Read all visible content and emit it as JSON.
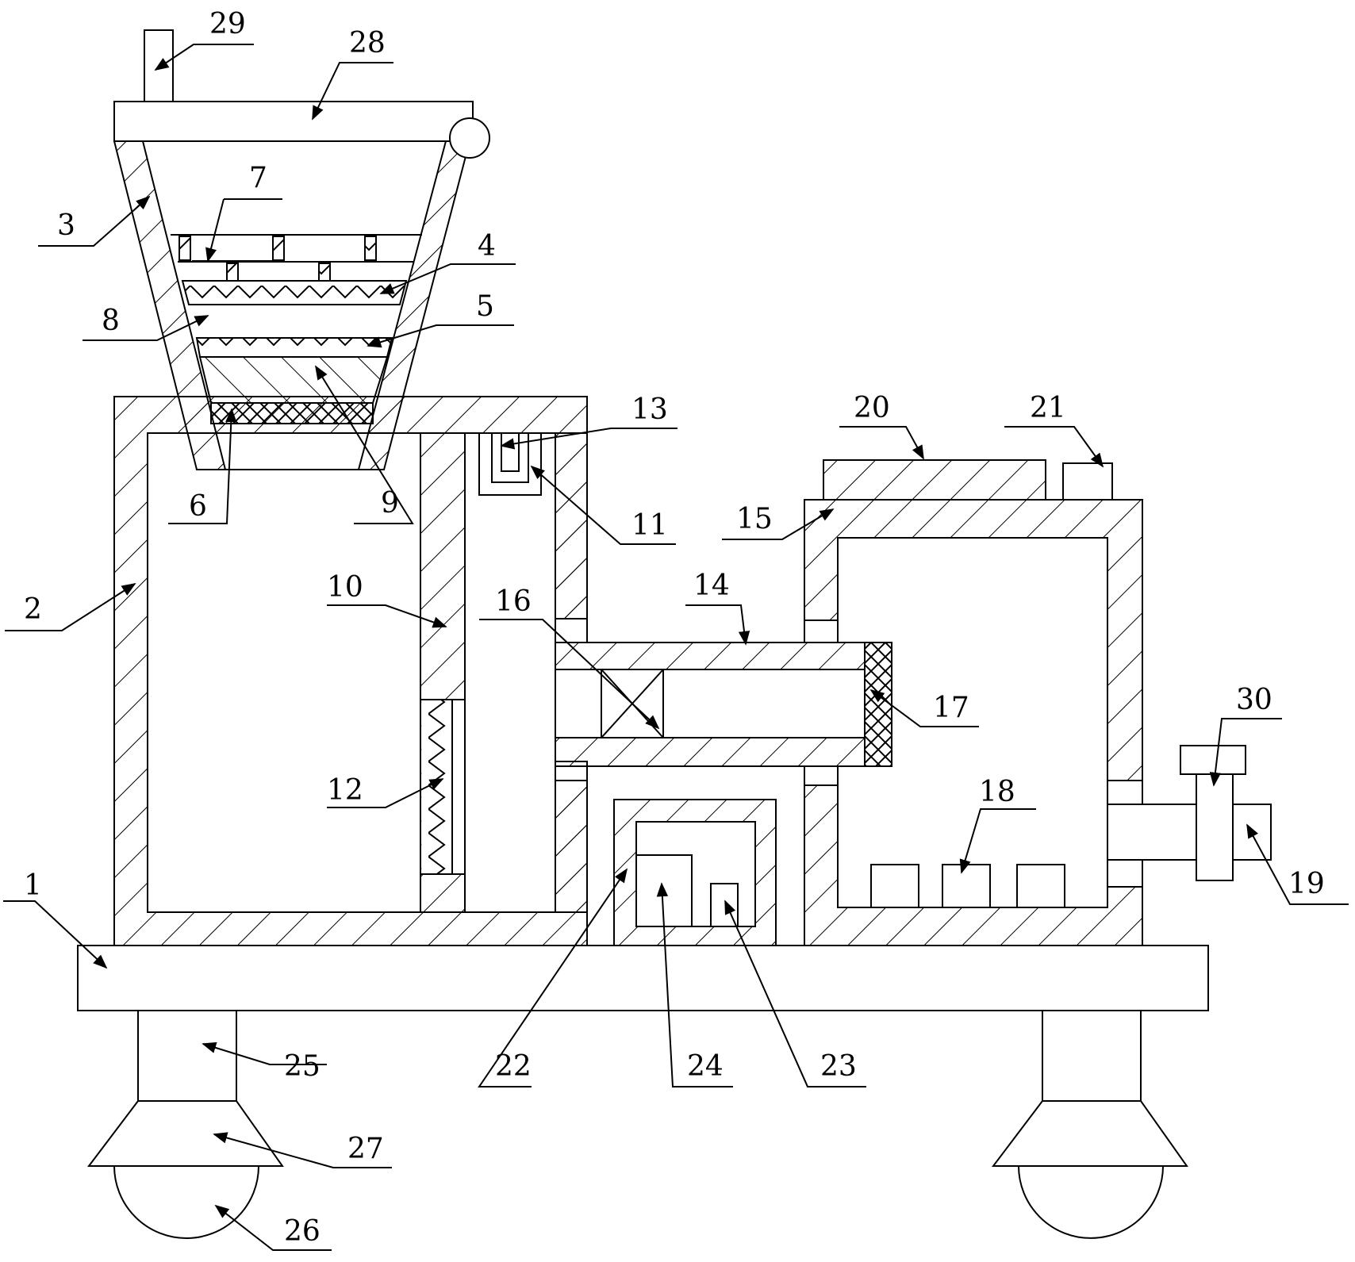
{
  "figure": {
    "kind": "patent technical drawing",
    "line_color": "#000000",
    "background": "#ffffff"
  },
  "labels": {
    "l1": "1",
    "l2": "2",
    "l3": "3",
    "l4": "4",
    "l5": "5",
    "l6": "6",
    "l7": "7",
    "l8": "8",
    "l9": "9",
    "l10": "10",
    "l11": "11",
    "l12": "12",
    "l13": "13",
    "l14": "14",
    "l15": "15",
    "l16": "16",
    "l17": "17",
    "l18": "18",
    "l19": "19",
    "l20": "20",
    "l21": "21",
    "l22": "22",
    "l23": "23",
    "l24": "24",
    "l25": "25",
    "l26": "26",
    "l27": "27",
    "l28": "28",
    "l29": "29",
    "l30": "30"
  }
}
